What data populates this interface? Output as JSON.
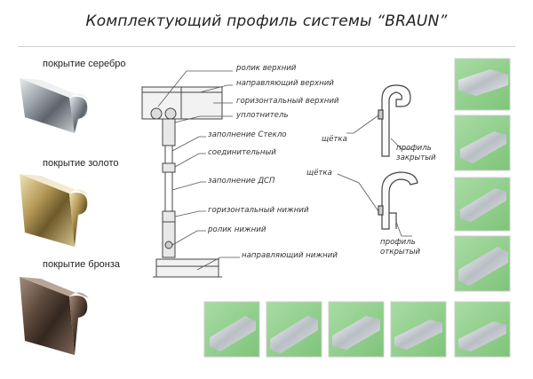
{
  "title": "Комплектующий профиль системы “BRAUN”",
  "coatings": [
    {
      "label": "покрытие серебро",
      "color": "#9aa0a8"
    },
    {
      "label": "покрытие золото",
      "color": "#b59a58"
    },
    {
      "label": "покрытие бронза",
      "color": "#5e4a3c"
    }
  ],
  "diagram": {
    "labels": [
      "ролик верхний",
      "направляющий верхний",
      "горизонтальный верхний",
      "уплотнитель",
      "заполнение Стекло",
      "соединительный",
      "заполнение ДСП",
      "горизонтальный нижний",
      "ролик нижний",
      "направляющий нижний"
    ]
  },
  "profiles": {
    "closed_brush": "щётка",
    "closed_name_1": "профиль",
    "closed_name_2": "закрытый",
    "open_brush": "щётка",
    "open_name_1": "профиль",
    "open_name_2": "открытый"
  },
  "colors": {
    "thumb_background": "#8fd08a",
    "line": "#555555"
  }
}
